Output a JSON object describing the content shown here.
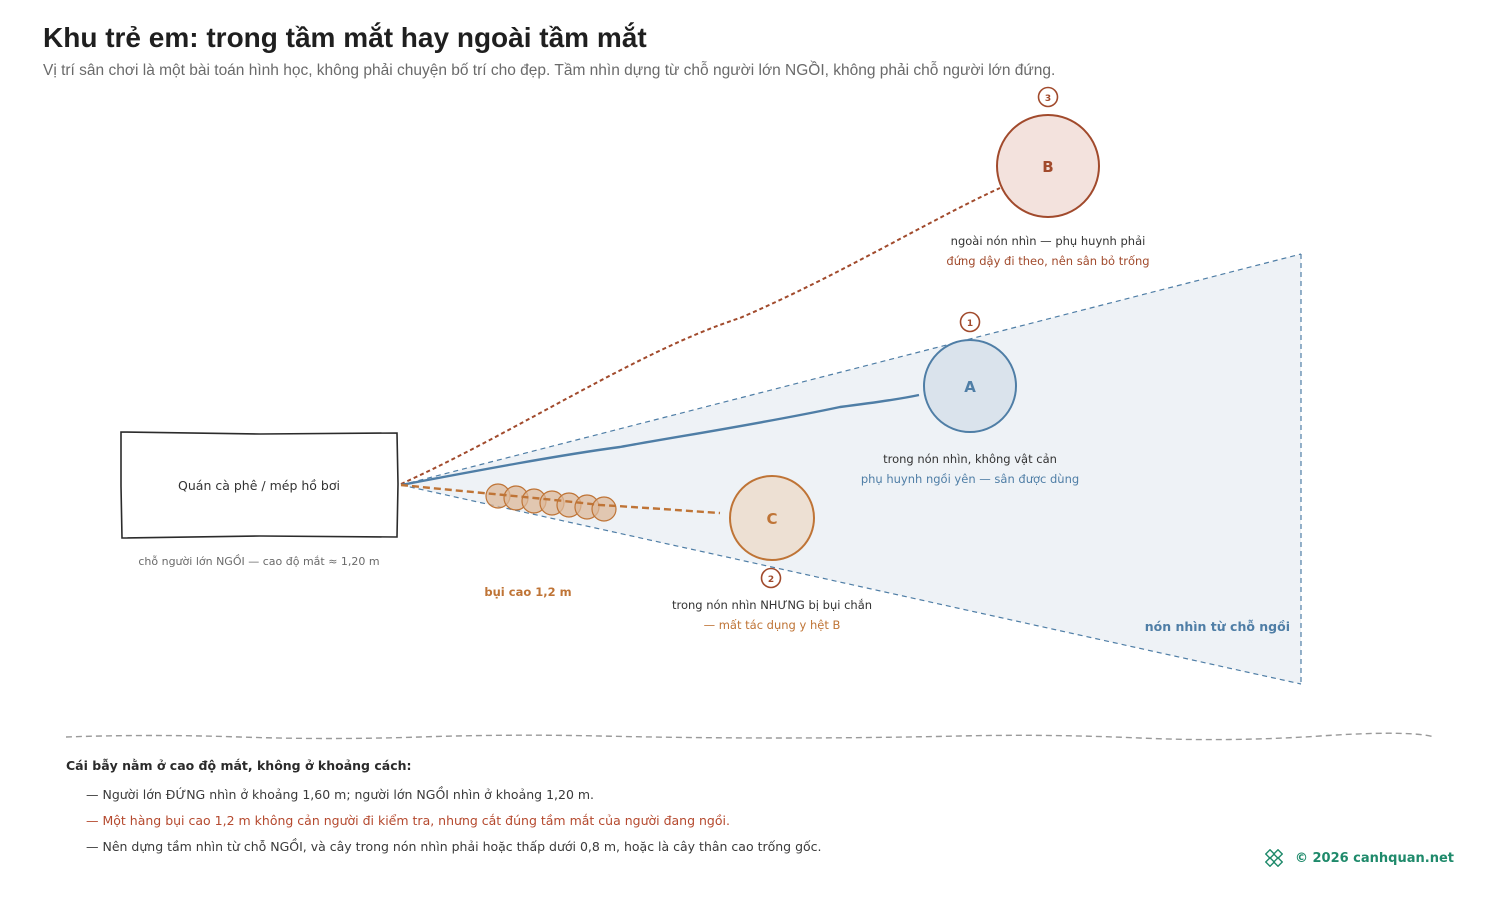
{
  "header": {
    "title": "Khu trẻ em: trong tầm mắt hay ngoài tầm mắt",
    "subtitle": "Vị trí sân chơi là một bài toán hình học, không phải chuyện bố trí cho đẹp. Tầm nhìn dựng từ chỗ người lớn NGỒI, không phải chỗ người lớn đứng."
  },
  "diagram": {
    "seat": {
      "label": "Quán cà phê / mép hồ bơi",
      "caption": "chỗ người lớn NGỒI — cao độ mắt ≈ 1,20 m"
    },
    "cone_label": "nón nhìn từ chỗ ngồi",
    "hedge_label": "bụi cao 1,2 m",
    "zones": {
      "a": {
        "letter": "A",
        "badge": "1",
        "line1": "trong nón nhìn, không vật cản",
        "line2": "phụ huynh ngồi yên — sân được dùng"
      },
      "b": {
        "letter": "B",
        "badge": "3",
        "line1": "ngoài nón nhìn — phụ huynh phải",
        "line2": "đứng dậy đi theo, nên sân bỏ trống"
      },
      "c": {
        "letter": "C",
        "badge": "2",
        "line1": "trong nón nhìn NHƯNG bị bụi chắn",
        "line2": "— mất tác dụng y hệt B"
      }
    },
    "colors": {
      "blue": "#4f7ea6",
      "rust": "#a14a2c",
      "ochre": "#bf7436",
      "cone_fill": "#eef2f6"
    }
  },
  "notes": {
    "heading": "Cái bẫy nằm ở cao độ mắt, không ở khoảng cách:",
    "items": [
      "— Người lớn ĐỨNG nhìn ở khoảng 1,60 m; người lớn NGỒI nhìn ở khoảng 1,20 m.",
      "— Một hàng bụi cao 1,2 m không cản người đi kiểm tra, nhưng cắt đúng tầm mắt của người đang ngồi.",
      "— Nên dựng tầm nhìn từ chỗ NGỒI, và cây trong nón nhìn phải hoặc thấp dưới 0,8 m, hoặc là cây thân cao trống gốc."
    ]
  },
  "credit": {
    "text": "© 2026 canhquan.net",
    "icon": "leaf-knot-icon"
  }
}
